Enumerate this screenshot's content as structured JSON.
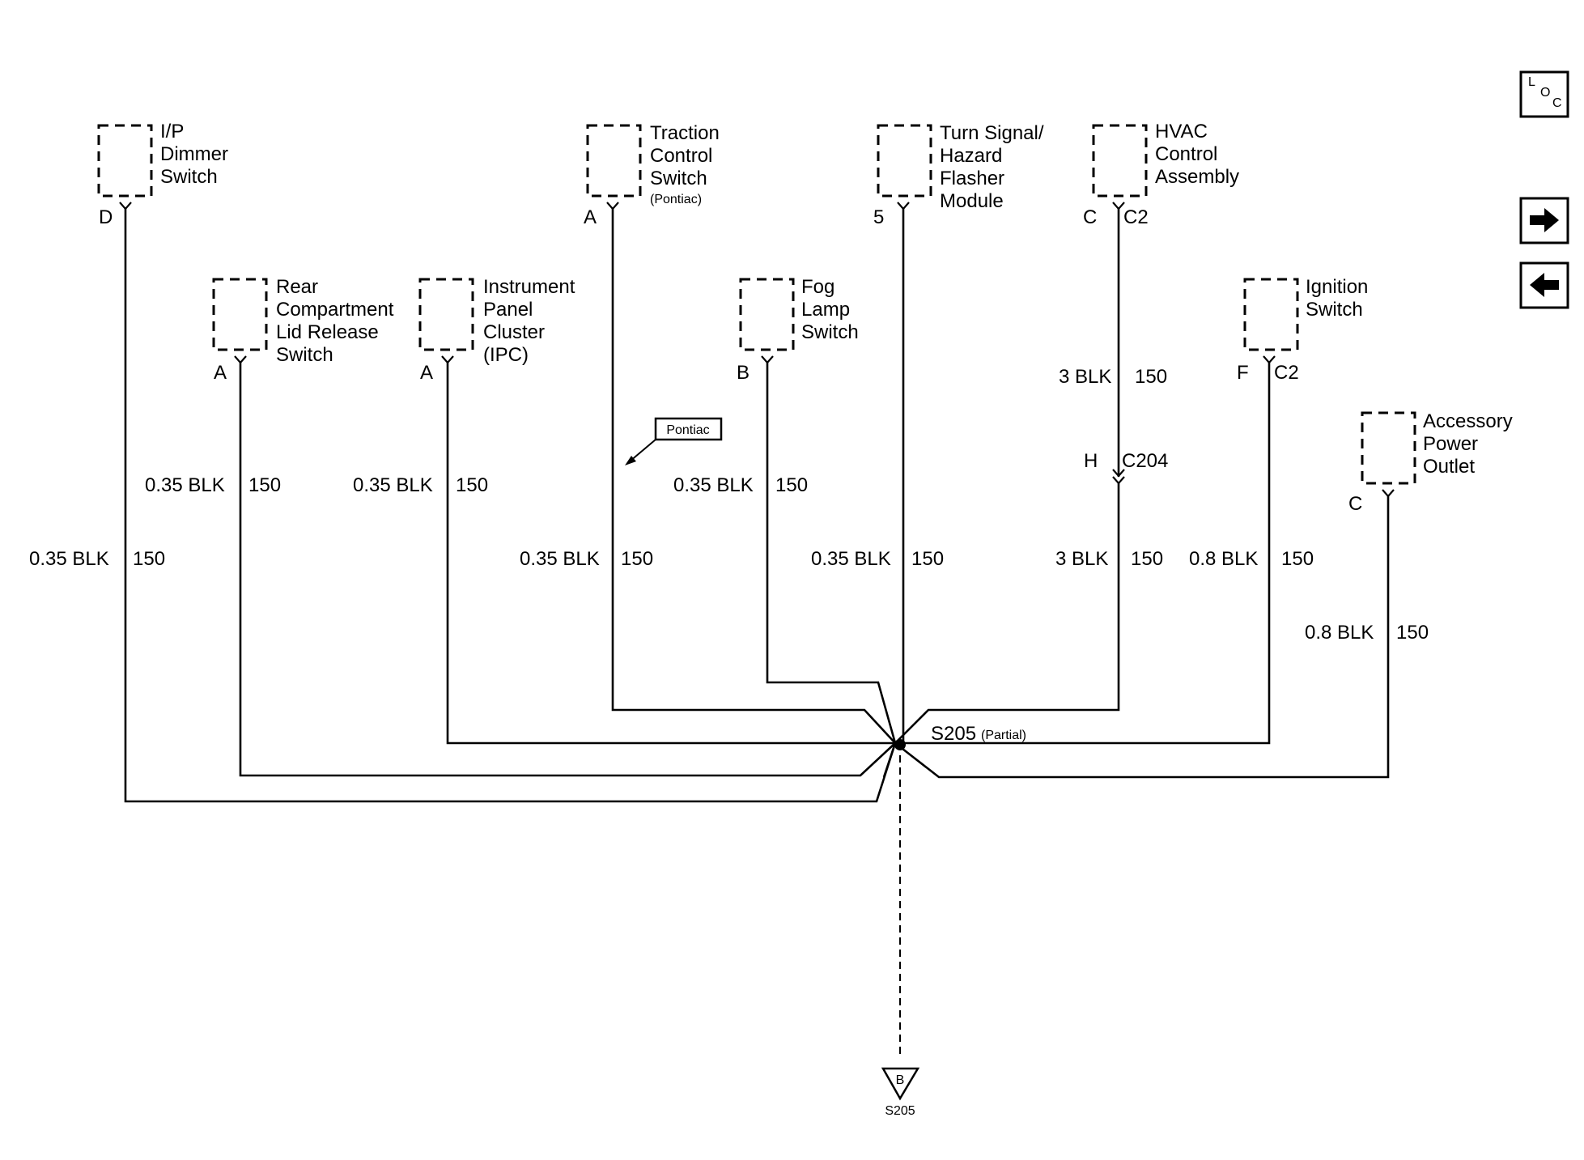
{
  "components": {
    "ip_dimmer": {
      "name_lines": [
        "I/P",
        "Dimmer",
        "Switch"
      ],
      "pin": "D",
      "wire": "0.35 BLK",
      "circuit": "150"
    },
    "rear_lid": {
      "name_lines": [
        "Rear",
        "Compartment",
        "Lid Release",
        "Switch"
      ],
      "pin": "A",
      "wire": "0.35 BLK",
      "circuit": "150"
    },
    "ipc": {
      "name_lines": [
        "Instrument",
        "Panel",
        "Cluster",
        "(IPC)"
      ],
      "pin": "A",
      "wire": "0.35 BLK",
      "circuit": "150"
    },
    "traction": {
      "name_lines": [
        "Traction",
        "Control",
        "Switch"
      ],
      "note": "(Pontiac)",
      "pin": "A",
      "wire": "0.35 BLK",
      "circuit": "150"
    },
    "fog": {
      "name_lines": [
        "Fog",
        "Lamp",
        "Switch"
      ],
      "pin": "B",
      "wire": "0.35 BLK",
      "circuit": "150"
    },
    "turn_signal": {
      "name_lines": [
        "Turn Signal/",
        "Hazard",
        "Flasher",
        "Module"
      ],
      "pin": "5",
      "wire": "0.35 BLK",
      "circuit": "150"
    },
    "hvac": {
      "name_lines": [
        "HVAC",
        "Control",
        "Assembly"
      ],
      "pin": "C",
      "connector": "C2",
      "wire_upper": "3 BLK",
      "circuit_upper": "150",
      "inline_pin": "H",
      "inline_connector": "C204",
      "wire": "3 BLK",
      "circuit": "150"
    },
    "ignition": {
      "name_lines": [
        "Ignition",
        "Switch"
      ],
      "pin": "F",
      "connector": "C2",
      "wire": "0.8 BLK",
      "circuit": "150"
    },
    "accessory": {
      "name_lines": [
        "Accessory",
        "Power",
        "Outlet"
      ],
      "pin": "C",
      "wire": "0.8 BLK",
      "circuit": "150"
    }
  },
  "pontiac_callout": "Pontiac",
  "splice": {
    "label": "S205",
    "note": "(Partial)"
  },
  "ground_ref": {
    "letter": "B",
    "label": "S205"
  },
  "nav": {
    "loc_button": {
      "l": "L",
      "o": "O",
      "c": "C"
    },
    "next_icon": "arrow-right-icon",
    "prev_icon": "arrow-left-icon"
  }
}
